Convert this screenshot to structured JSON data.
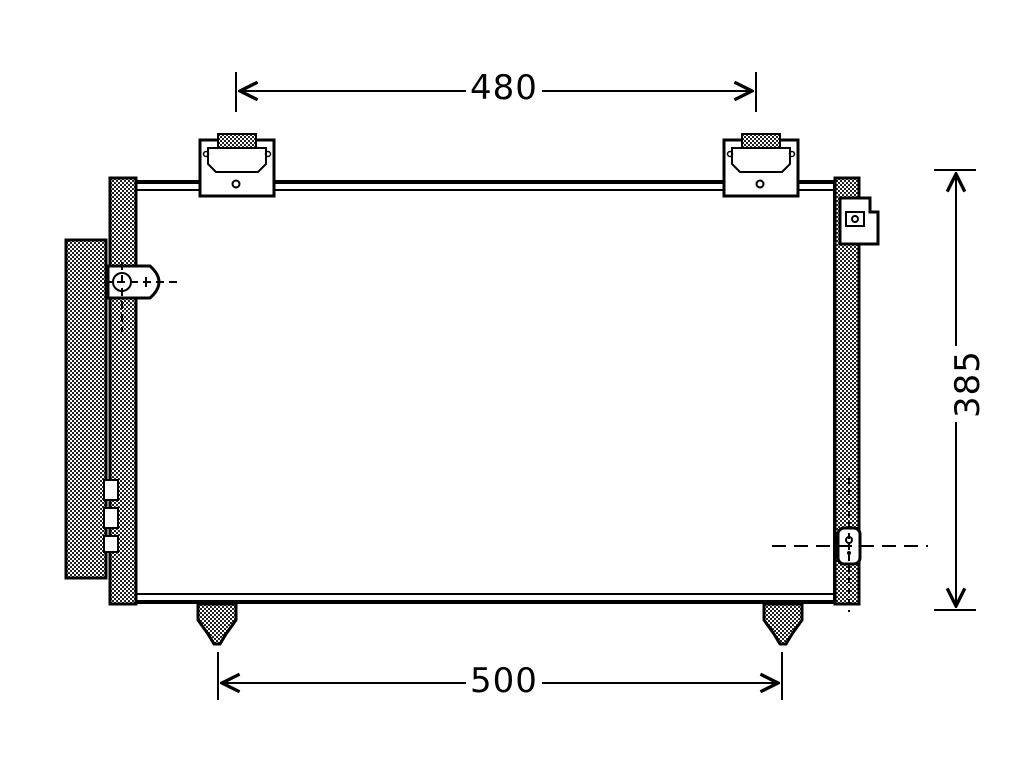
{
  "dimensions": {
    "top_width": "480",
    "bottom_width": "500",
    "height": "385"
  }
}
